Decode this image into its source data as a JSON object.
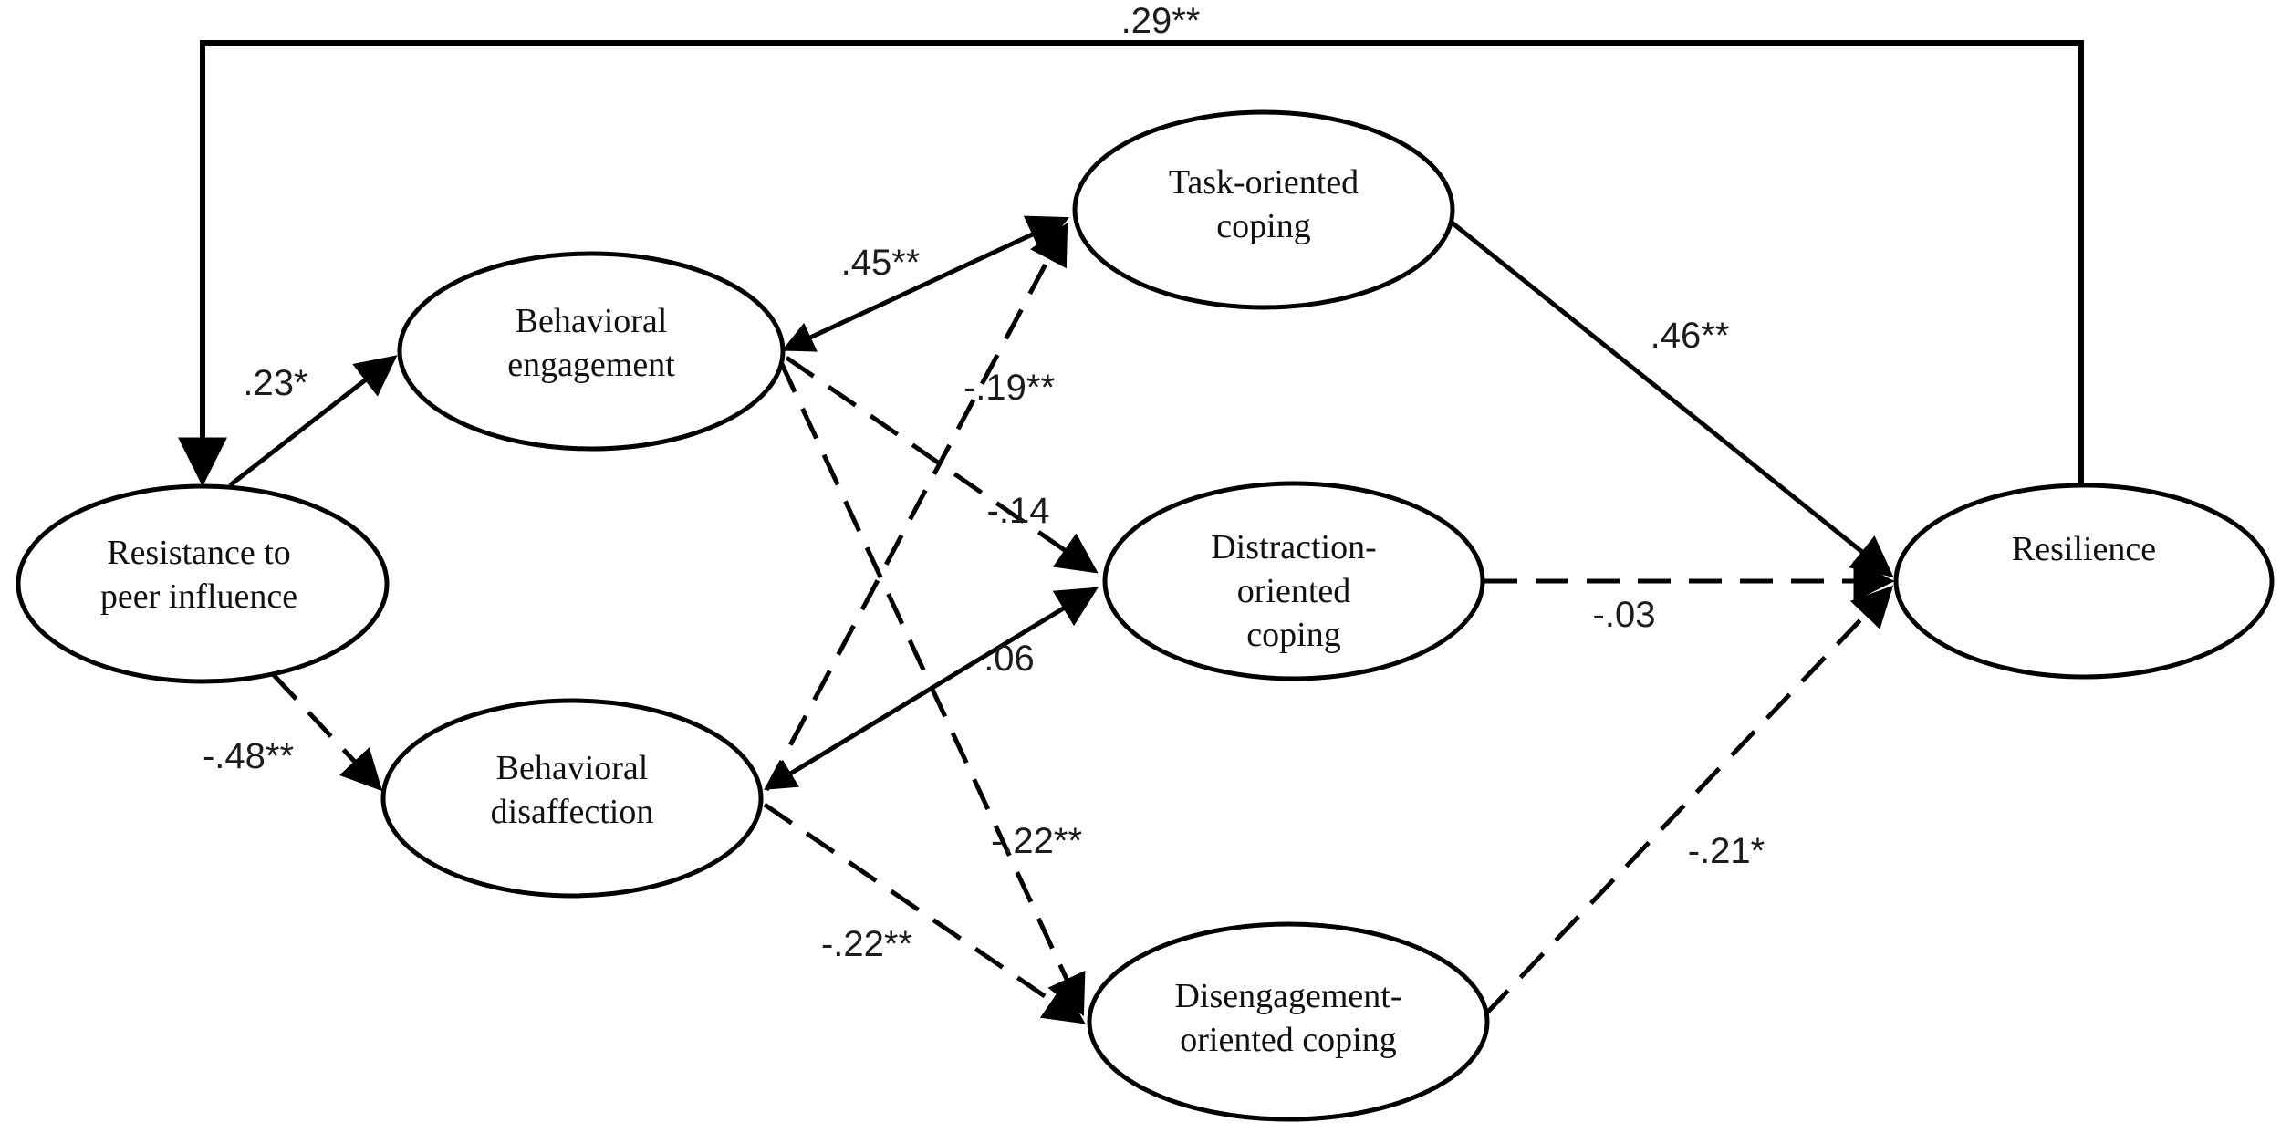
{
  "diagram": {
    "type": "structural-equation-path-model",
    "background_color": "#ffffff",
    "line_color": "#000000",
    "nodes": {
      "rpi": {
        "label": "Resistance to peer influence",
        "lines": [
          "Resistance to",
          "peer influence"
        ],
        "shape": "ellipse"
      },
      "be": {
        "label": "Behavioral engagement",
        "lines": [
          "Behavioral",
          "engagement"
        ],
        "shape": "ellipse"
      },
      "bd": {
        "label": "Behavioral disaffection",
        "lines": [
          "Behavioral",
          "disaffection"
        ],
        "shape": "ellipse"
      },
      "toc": {
        "label": "Task-oriented coping",
        "lines": [
          "Task-oriented",
          "coping"
        ],
        "shape": "ellipse"
      },
      "doc": {
        "label": "Distraction-oriented coping",
        "lines": [
          "Distraction-",
          "oriented",
          "coping"
        ],
        "shape": "ellipse"
      },
      "dis": {
        "label": "Disengagement-oriented coping",
        "lines": [
          "Disengagement-",
          "oriented coping"
        ],
        "shape": "ellipse"
      },
      "res": {
        "label": "Resilience",
        "lines": [
          "Resilience"
        ],
        "shape": "ellipse"
      }
    },
    "edges": [
      {
        "from": "Resilience",
        "to": "Resistance to peer influence",
        "label": ".29**",
        "style": "solid",
        "route": "around-top"
      },
      {
        "from": "Resistance to peer influence",
        "to": "Behavioral engagement",
        "label": ".23*",
        "style": "solid"
      },
      {
        "from": "Resistance to peer influence",
        "to": "Behavioral disaffection",
        "label": "-.48**",
        "style": "dashed"
      },
      {
        "from": "Behavioral engagement",
        "to": "Task-oriented coping",
        "label": ".45**",
        "style": "solid"
      },
      {
        "from": "Behavioral disaffection",
        "to": "Task-oriented coping",
        "label": "-.19**",
        "style": "dashed"
      },
      {
        "from": "Behavioral engagement",
        "to": "Distraction-oriented coping",
        "label": "-.14",
        "style": "dashed"
      },
      {
        "from": "Behavioral disaffection",
        "to": "Distraction-oriented coping",
        "label": ".06",
        "style": "solid"
      },
      {
        "from": "Behavioral engagement",
        "to": "Disengagement-oriented coping",
        "label": "-.22**",
        "style": "dashed"
      },
      {
        "from": "Behavioral disaffection",
        "to": "Disengagement-oriented coping",
        "label": "-.22**",
        "style": "dashed"
      },
      {
        "from": "Task-oriented coping",
        "to": "Resilience",
        "label": ".46**",
        "style": "solid"
      },
      {
        "from": "Distraction-oriented coping",
        "to": "Resilience",
        "label": "-.03",
        "style": "dashed"
      },
      {
        "from": "Disengagement-oriented coping",
        "to": "Resilience",
        "label": "-.21*",
        "style": "dashed"
      }
    ]
  }
}
